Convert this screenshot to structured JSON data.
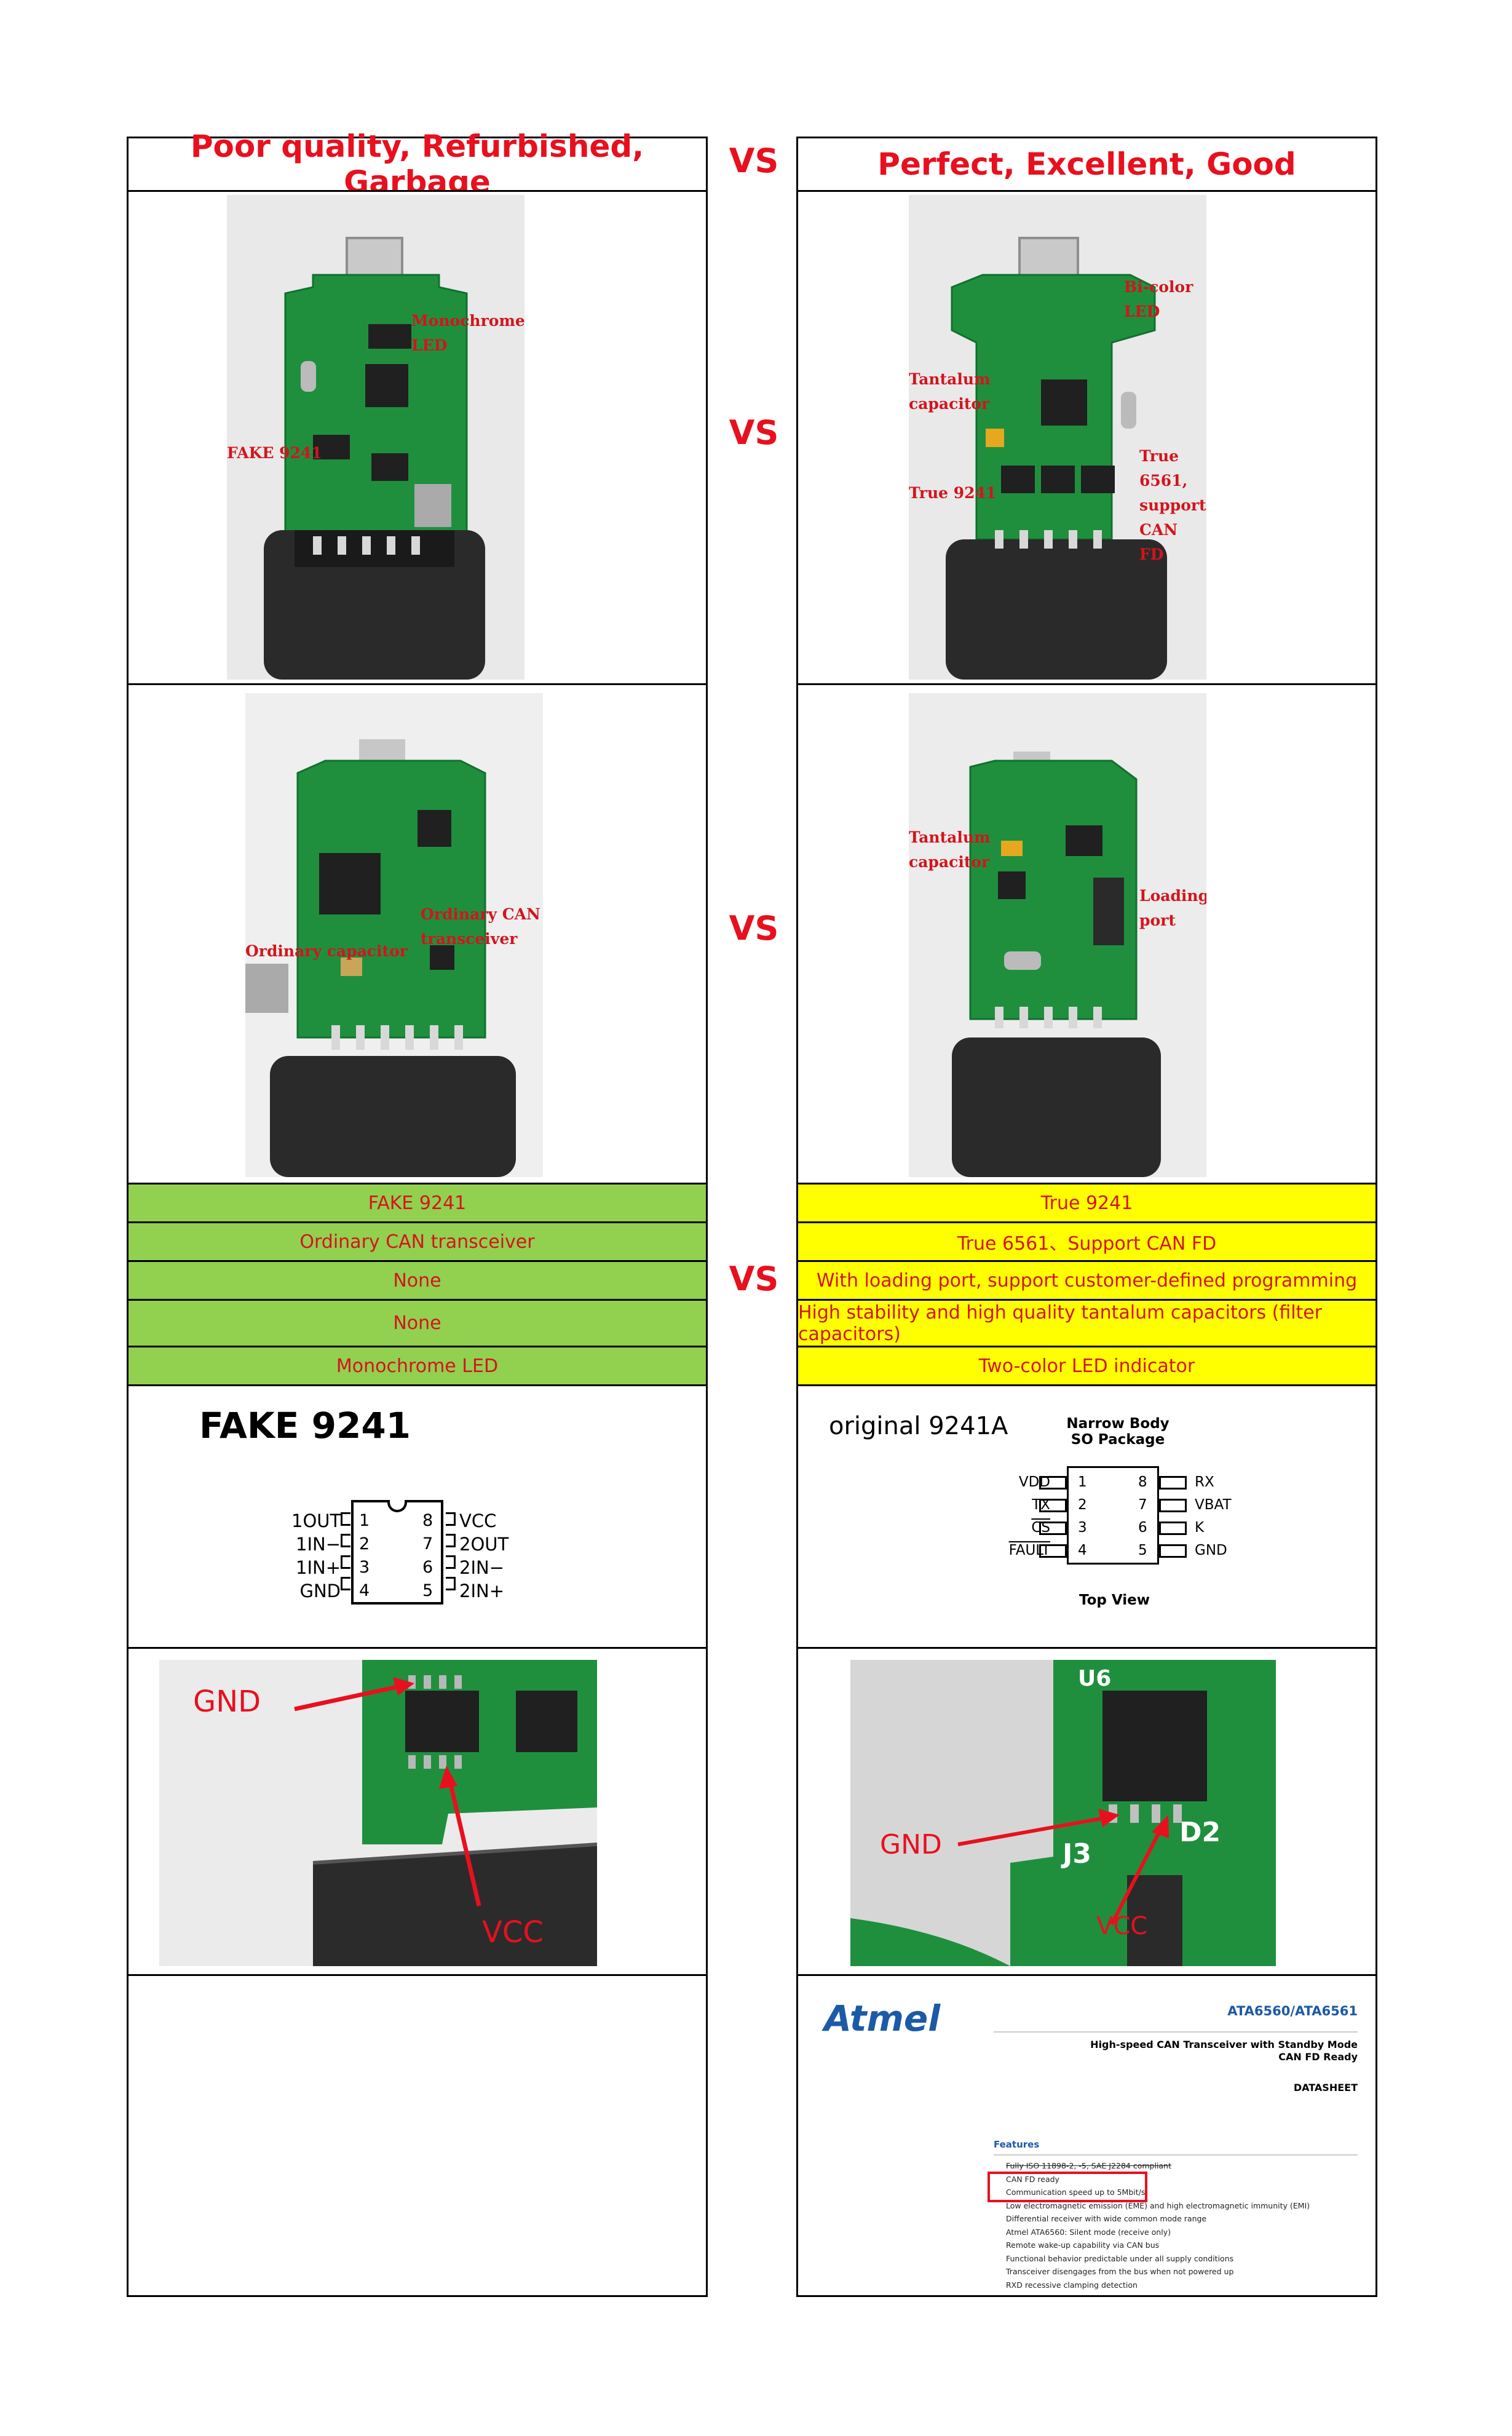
{
  "header": {
    "left_title": "Poor quality, Refurbished, Garbage",
    "vs": "VS",
    "right_title": "Perfect, Excellent, Good"
  },
  "vs_labels": [
    "VS",
    "VS",
    "VS"
  ],
  "photo1": {
    "left_annotations": [
      "Monochrome\nLED",
      "FAKE 9241"
    ],
    "right_annotations": [
      "Bi-color\nLED",
      "Tantalum\ncapacitor",
      "True 9241",
      "True\n6561,\nsupport\nCAN FD"
    ]
  },
  "photo2": {
    "left_annotations": [
      "Ordinary CAN\ntransceiver",
      "Ordinary capacitor"
    ],
    "right_annotations": [
      "Tantalum\ncapacitor",
      "Loading\nport"
    ]
  },
  "comparison": {
    "left": [
      "FAKE 9241",
      "Ordinary CAN transceiver",
      "None",
      "None",
      "Monochrome LED"
    ],
    "right": [
      "True 9241",
      "True 6561、Support CAN FD",
      "With loading port, support customer-defined programming",
      "High stability and high quality tantalum capacitors (filter capacitors)",
      "Two-color LED indicator"
    ]
  },
  "pinout_left": {
    "title": "FAKE 9241",
    "left_pins": [
      "1OUT",
      "1IN−",
      "1IN+",
      "GND"
    ],
    "left_nums": [
      "1",
      "2",
      "3",
      "4"
    ],
    "right_nums": [
      "8",
      "7",
      "6",
      "5"
    ],
    "right_pins": [
      "VCC",
      "2OUT",
      "2IN−",
      "2IN+"
    ]
  },
  "pinout_right": {
    "title": "original 9241A",
    "package": "Narrow Body\nSO Package",
    "left_pins": [
      "VDD",
      "TX",
      "CS",
      "FAULT"
    ],
    "left_nums": [
      "1",
      "2",
      "3",
      "4"
    ],
    "right_nums": [
      "8",
      "7",
      "6",
      "5"
    ],
    "right_pins": [
      "RX",
      "VBAT",
      "K",
      "GND"
    ],
    "view": "Top View"
  },
  "closeup": {
    "left": {
      "gnd": "GND",
      "vcc": "VCC"
    },
    "right": {
      "gnd": "GND",
      "vcc": "VCC",
      "j3": "J3",
      "d2": "D2",
      "u6": "U6"
    }
  },
  "datasheet": {
    "logo": "Atmel",
    "part": "ATA6560/ATA6561",
    "subtitle": "High-speed CAN Transceiver with Standby Mode\nCAN FD Ready",
    "doc": "DATASHEET",
    "features_title": "Features",
    "features": [
      "Fully ISO 11898-2, -5, SAE J2284 compliant",
      "CAN FD ready",
      "Communication speed up to 5Mbit/s",
      "Low electromagnetic emission (EME) and high electromagnetic immunity (EMI)",
      "Differential receiver with wide common mode range",
      "Atmel ATA6560: Silent mode (receive only)",
      "Remote wake-up capability via CAN bus",
      "Functional behavior predictable under all supply conditions",
      "Transceiver disengages from the bus when not powered up",
      "RXD recessive clamping detection"
    ]
  },
  "colors": {
    "accent_red": "#e8101e",
    "green_row": "#92d050",
    "yellow_row": "#ffff00",
    "pcb_green": "#1d8a3c",
    "atmel_blue": "#1c5aa6"
  }
}
